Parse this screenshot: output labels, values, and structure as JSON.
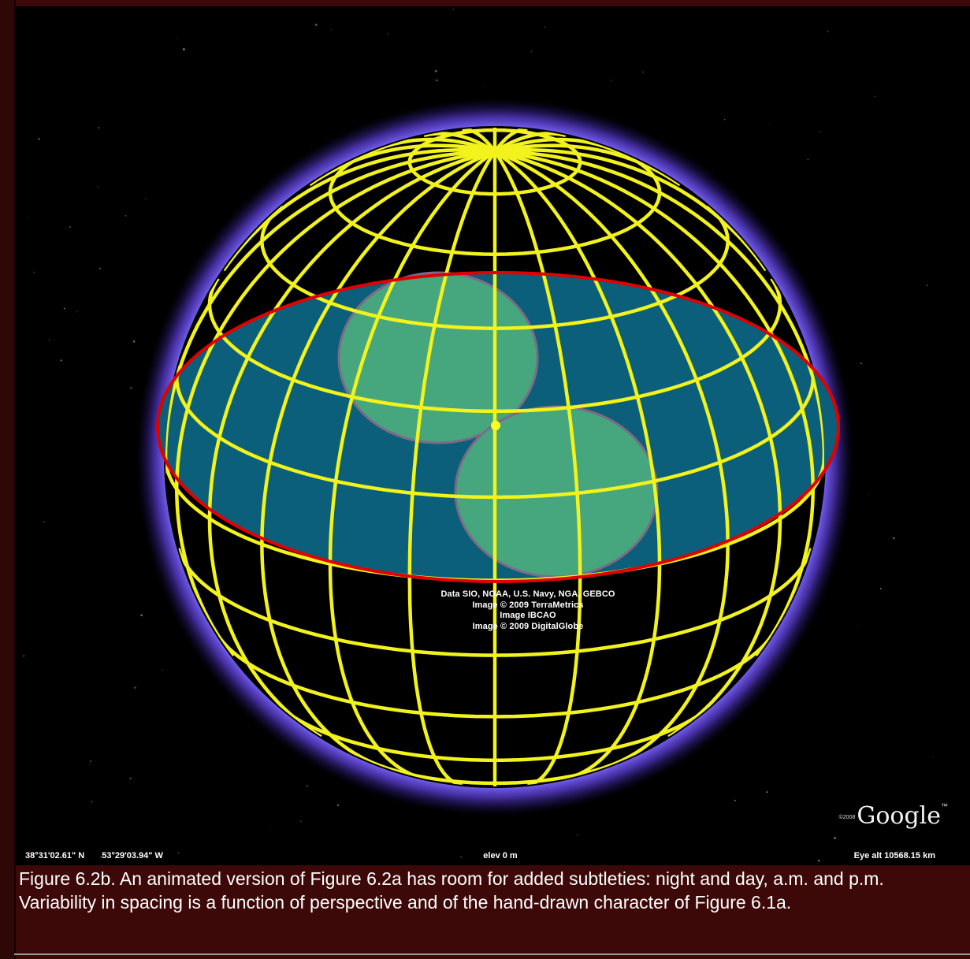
{
  "figure": {
    "attribution": [
      "Data SIO, NOAA, U.S. Navy, NGA, GEBCO",
      "Image © 2009 TerraMetrics",
      "Image IBCAO",
      "Image © 2009 DigitalGlobe"
    ],
    "status_bar": {
      "latitude": "38°31'02.61\" N",
      "longitude": "53°29'03.94\" W",
      "elevation": "elev   0 m",
      "eye_altitude": "Eye alt 10568.15 km"
    },
    "logo": {
      "copyright": "©2008",
      "name": "Google",
      "tm": "™"
    },
    "colors": {
      "grid": "#f2f21c",
      "horizon_plane": "#0b5f7a",
      "plane_outline": "#e00000",
      "circles": "#46a67e",
      "circle_outline": "#7e6a86",
      "glow": "#6f5cff",
      "background": "#000000",
      "caption_background": "#3c0808"
    }
  },
  "caption": {
    "text": "Figure 6.2b.  An animated version of Figure 6.2a has room for added subtleties:  night and day, a.m. and p.m.  Variability in spacing is a function of perspective and of the hand-drawn character of Figure 6.1a."
  }
}
